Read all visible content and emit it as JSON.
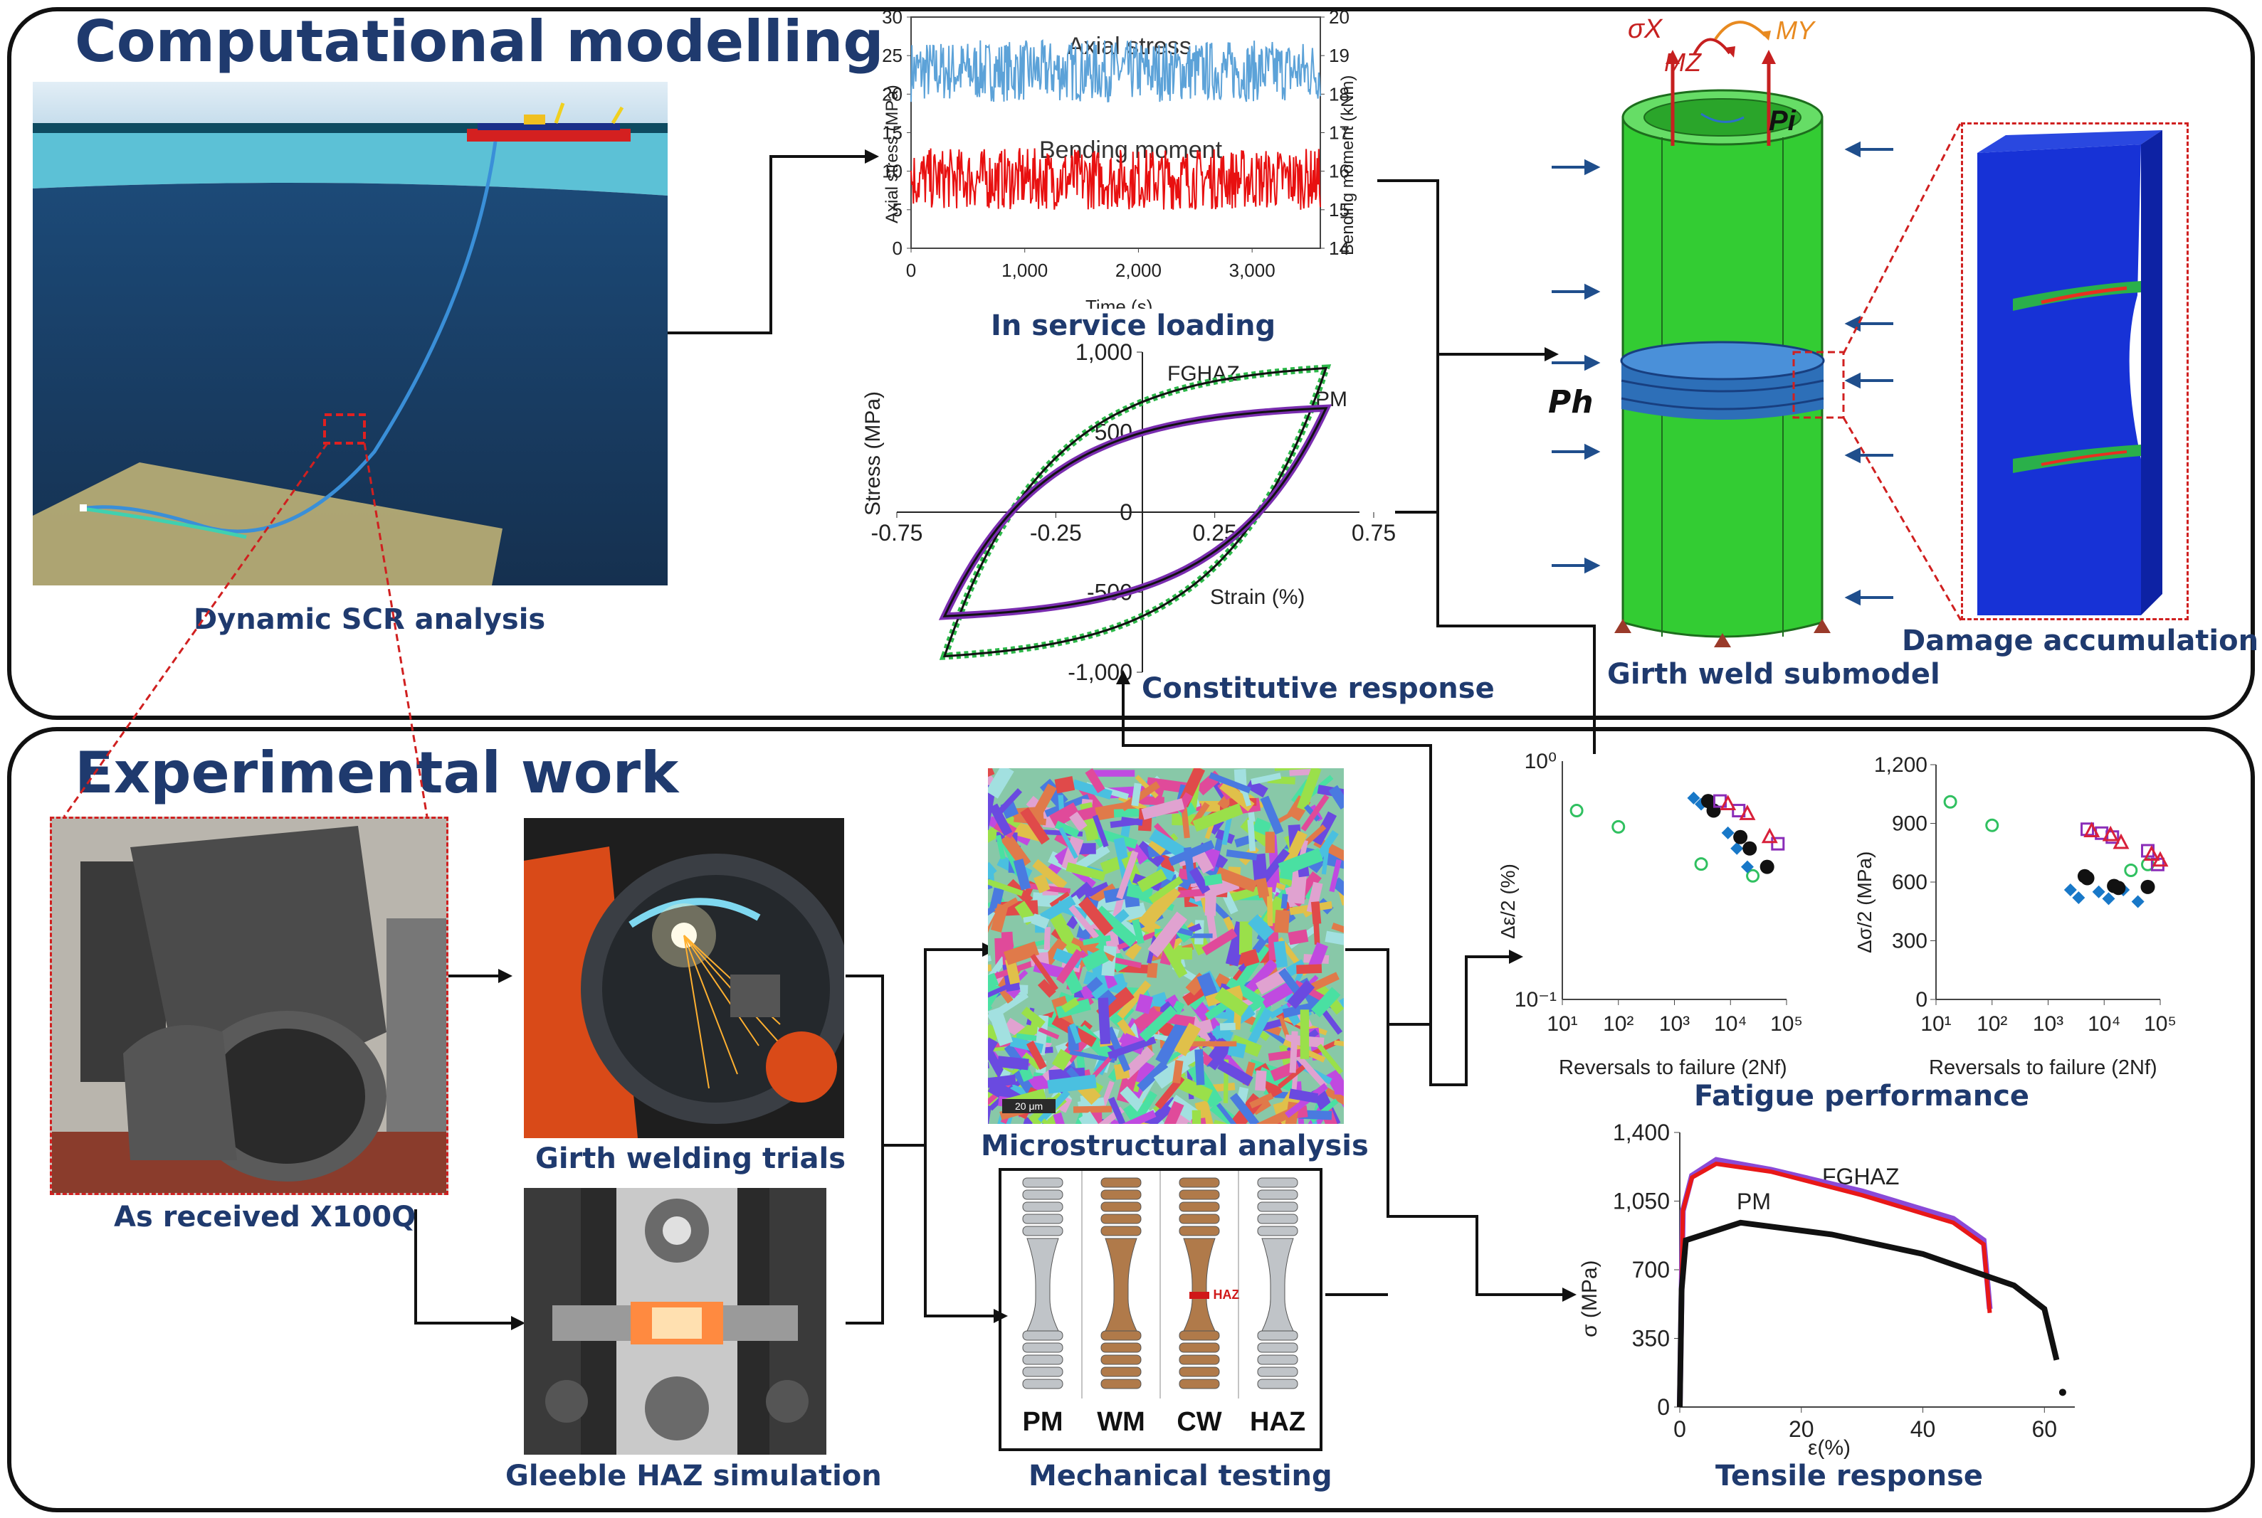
{
  "sections": {
    "computational": "Computational modelling",
    "experimental": "Experimental work"
  },
  "captions": {
    "scr": "Dynamic SCR analysis",
    "loading": "In service loading",
    "constitutive": "Constitutive response",
    "girth": "Girth weld submodel",
    "damage": "Damage accumulation",
    "received": "As received X100Q",
    "welding": "Girth welding trials",
    "gleeble": "Gleeble HAZ simulation",
    "micro": "Microstructural analysis",
    "mech": "Mechanical testing",
    "fatigue": "Fatigue performance",
    "tensile": "Tensile response"
  },
  "submodel_labels": {
    "sx": "σX",
    "mz": "MZ",
    "my": "MY",
    "pi": "Pi",
    "ph": "Ph"
  },
  "specimens": [
    "PM",
    "WM",
    "CW",
    "HAZ"
  ],
  "specimen_haz_tag": "HAZ",
  "scale_bar": "20 μm",
  "chart_data": [
    {
      "type": "line",
      "title": "",
      "series": [
        {
          "name": "Axial stress",
          "axis": "left",
          "mean": 23,
          "amplitude": 4
        },
        {
          "name": "Bending moment",
          "axis": "right",
          "mean": 15.8,
          "amplitude": 0.8
        }
      ],
      "xlabel": "Time (s)",
      "ylabel": "Axial stress (MPa)",
      "y2label": "Bending moment (kNm)",
      "xlim": [
        0,
        3600
      ],
      "ylim": [
        0,
        30
      ],
      "y2lim": [
        14,
        20
      ],
      "xticks": [
        "0",
        "1,000",
        "2,000",
        "3,000"
      ],
      "yticks": [
        "0",
        "5",
        "10",
        "15",
        "20",
        "25",
        "30"
      ],
      "y2ticks": [
        "14",
        "15",
        "16",
        "17",
        "18",
        "19",
        "20"
      ]
    },
    {
      "type": "line",
      "title": "",
      "series": [
        {
          "name": "FGHAZ",
          "strain_amplitude": 0.6,
          "stress_max": 900
        },
        {
          "name": "PM",
          "strain_amplitude": 0.6,
          "stress_max": 650
        }
      ],
      "xlabel": "Strain (%)",
      "ylabel": "Stress (MPa)",
      "xlim": [
        -0.75,
        0.75
      ],
      "ylim": [
        -1000,
        1000
      ],
      "xticks": [
        "-0.75",
        "-0.25",
        "0.25",
        "0.75"
      ],
      "yticks": [
        "1,000",
        "500",
        "0",
        "-500",
        "-1,000"
      ]
    },
    {
      "type": "scatter",
      "xlabel": "Reversals to failure (2Nf)",
      "ylabel": "Δε/2 (%)",
      "xscale": "log",
      "yscale": "log",
      "xlim": [
        10,
        100000
      ],
      "ylim": [
        0.1,
        1
      ],
      "xticks": [
        "10¹",
        "10²",
        "10³",
        "10⁴",
        "10⁵"
      ],
      "yticks": [
        "10⁰",
        "10⁻¹"
      ],
      "series": [
        {
          "marker": "green-circle",
          "points": [
            [
              18,
              0.62
            ],
            [
              100,
              0.53
            ],
            [
              3000,
              0.37
            ],
            [
              25000,
              0.33
            ]
          ]
        },
        {
          "marker": "blue-diamond",
          "points": [
            [
              2200,
              0.7
            ],
            [
              3000,
              0.66
            ],
            [
              9000,
              0.5
            ],
            [
              13000,
              0.43
            ],
            [
              20000,
              0.36
            ]
          ]
        },
        {
          "marker": "black-circle",
          "points": [
            [
              4000,
              0.68
            ],
            [
              5000,
              0.62
            ],
            [
              15000,
              0.48
            ],
            [
              22000,
              0.43
            ],
            [
              45000,
              0.36
            ]
          ]
        },
        {
          "marker": "purple-square",
          "points": [
            [
              6500,
              0.68
            ],
            [
              14000,
              0.62
            ],
            [
              70000,
              0.45
            ]
          ]
        },
        {
          "marker": "red-triangle",
          "points": [
            [
              9000,
              0.66
            ],
            [
              20000,
              0.6
            ],
            [
              50000,
              0.48
            ]
          ]
        }
      ]
    },
    {
      "type": "scatter",
      "xlabel": "Reversals to failure (2Nf)",
      "ylabel": "Δσ/2 (MPa)",
      "xscale": "log",
      "xlim": [
        10,
        100000
      ],
      "ylim": [
        0,
        1200
      ],
      "xticks": [
        "10¹",
        "10²",
        "10³",
        "10⁴",
        "10⁵"
      ],
      "yticks": [
        "0",
        "300",
        "600",
        "900",
        "1,200"
      ],
      "series": [
        {
          "marker": "green-circle",
          "points": [
            [
              18,
              1010
            ],
            [
              100,
              890
            ],
            [
              30000,
              660
            ],
            [
              60000,
              690
            ]
          ]
        },
        {
          "marker": "blue-diamond",
          "points": [
            [
              2500,
              560
            ],
            [
              3500,
              520
            ],
            [
              8000,
              550
            ],
            [
              12000,
              515
            ],
            [
              22000,
              560
            ],
            [
              40000,
              500
            ]
          ]
        },
        {
          "marker": "black-circle",
          "points": [
            [
              4500,
              630
            ],
            [
              5000,
              620
            ],
            [
              15000,
              580
            ],
            [
              18000,
              570
            ],
            [
              60000,
              575
            ]
          ]
        },
        {
          "marker": "purple-square",
          "points": [
            [
              5000,
              870
            ],
            [
              9000,
              850
            ],
            [
              14000,
              830
            ],
            [
              60000,
              760
            ],
            [
              90000,
              690
            ]
          ]
        },
        {
          "marker": "red-triangle",
          "points": [
            [
              6000,
              860
            ],
            [
              13000,
              840
            ],
            [
              20000,
              800
            ],
            [
              70000,
              740
            ],
            [
              100000,
              710
            ]
          ]
        }
      ]
    },
    {
      "type": "line",
      "xlabel": "ε(%)",
      "ylabel": "σ (MPa)",
      "xlim": [
        0,
        65
      ],
      "ylim": [
        0,
        1400
      ],
      "xticks": [
        "0",
        "20",
        "40",
        "60"
      ],
      "yticks": [
        "0",
        "350",
        "700",
        "1,050",
        "1,400"
      ],
      "series": [
        {
          "name": "FGHAZ",
          "points": [
            [
              0,
              0
            ],
            [
              0.5,
              1000
            ],
            [
              2,
              1180
            ],
            [
              6,
              1260
            ],
            [
              15,
              1210
            ],
            [
              30,
              1100
            ],
            [
              45,
              960
            ],
            [
              50,
              850
            ],
            [
              51,
              500
            ]
          ]
        },
        {
          "name": "",
          "points": [
            [
              0,
              0
            ],
            [
              0.5,
              1000
            ],
            [
              2,
              1170
            ],
            [
              6,
              1240
            ],
            [
              15,
              1200
            ],
            [
              30,
              1080
            ],
            [
              45,
              940
            ],
            [
              50,
              830
            ],
            [
              51,
              480
            ]
          ]
        },
        {
          "name": "PM",
          "points": [
            [
              0,
              0
            ],
            [
              0.3,
              600
            ],
            [
              1,
              850
            ],
            [
              10,
              940
            ],
            [
              25,
              880
            ],
            [
              40,
              780
            ],
            [
              55,
              620
            ],
            [
              60,
              500
            ],
            [
              62,
              240
            ]
          ]
        }
      ]
    }
  ]
}
